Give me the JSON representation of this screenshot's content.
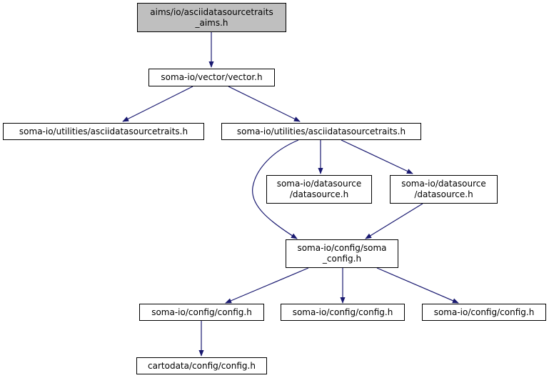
{
  "colors": {
    "edge": "#191970",
    "root_fill": "#bfbfbf",
    "node_fill": "#ffffff",
    "border": "#000000"
  },
  "nodes": {
    "root": {
      "line1": "aims/io/asciidatasourcetraits",
      "line2": "_aims.h"
    },
    "vector": {
      "label": "soma-io/vector/vector.h"
    },
    "adst_left": {
      "label": "soma-io/utilities/asciidatasourcetraits.h"
    },
    "adst_right": {
      "label": "soma-io/utilities/asciidatasourcetraits.h"
    },
    "ds_left": {
      "line1": "soma-io/datasource",
      "line2": "/datasource.h"
    },
    "ds_right": {
      "line1": "soma-io/datasource",
      "line2": "/datasource.h"
    },
    "soma_config": {
      "line1": "soma-io/config/soma",
      "line2": "_config.h"
    },
    "config_left": {
      "label": "soma-io/config/config.h"
    },
    "config_mid": {
      "label": "soma-io/config/config.h"
    },
    "config_right": {
      "label": "soma-io/config/config.h"
    },
    "cartodata": {
      "label": "cartodata/config/config.h"
    }
  }
}
